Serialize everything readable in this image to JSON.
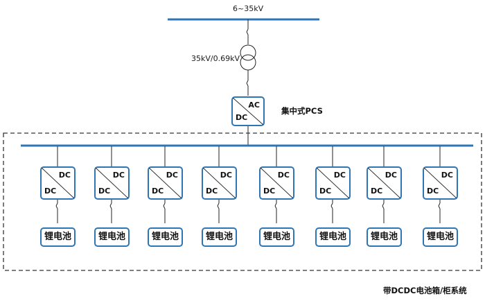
{
  "grid_label": "6~35kV",
  "transformer_label": "35kV/0.69kV",
  "pcs": {
    "label": "集中式PCS",
    "top_text": "AC",
    "bottom_text": "DC"
  },
  "dcdc_top_text": "DC",
  "dcdc_bottom_text": "DC",
  "battery_label": "锂电池",
  "system_caption": "带DCDC电池箱/柜系统",
  "branch_count": 8,
  "colors": {
    "bus": "#2e75b6",
    "box_border": "#2e75b6",
    "line": "#222222",
    "dash": "#333333"
  }
}
